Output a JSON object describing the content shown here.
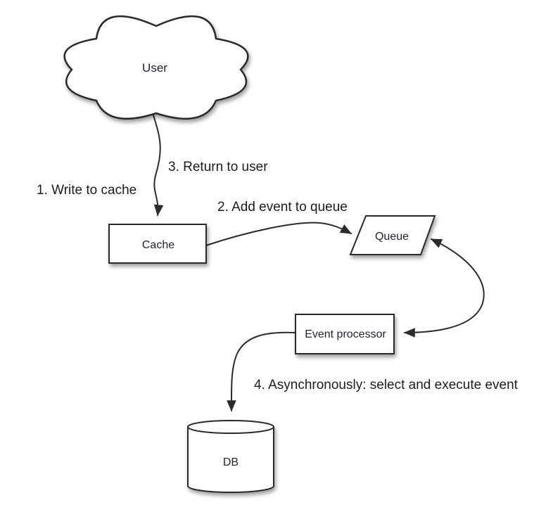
{
  "colors": {
    "stroke": "#2b2b2b",
    "text": "#1c1c1c",
    "node-text": "#222430",
    "surface": "#ffffff",
    "bg": "#ffffff"
  },
  "diagram": {
    "nodes": {
      "user": {
        "label": "User",
        "shape": "cloud"
      },
      "cache": {
        "label": "Cache",
        "shape": "rectangle"
      },
      "queue": {
        "label": "Queue",
        "shape": "parallelogram"
      },
      "event_processor": {
        "label": "Event processor",
        "shape": "rectangle"
      },
      "db": {
        "label": "DB",
        "shape": "cylinder"
      }
    },
    "edges": {
      "write_to_cache": {
        "label": "1. Write to cache",
        "from": "User",
        "to": "Cache"
      },
      "add_event_to_queue": {
        "label": "2. Add event to queue",
        "from": "Cache",
        "to": "Queue"
      },
      "return_to_user": {
        "label": "3. Return to user",
        "from": "Cache",
        "to": "User"
      },
      "queue_event_processor": {
        "label": "",
        "from": "Queue",
        "to": "Event processor",
        "bidirectional": true
      },
      "async_select_execute": {
        "label": "4. Asynchronously: select and execute event",
        "from": "Event processor",
        "to": "DB"
      }
    }
  }
}
